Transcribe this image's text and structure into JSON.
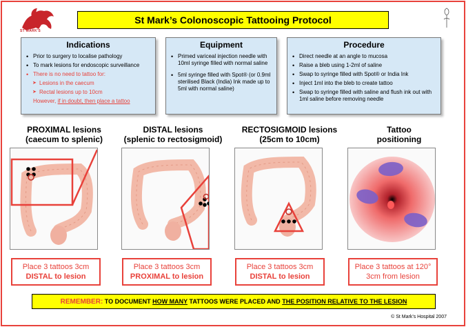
{
  "logo": {
    "text": "ST MARK'S"
  },
  "title": "St Mark’s Colonoscopic Tattooing Protocol",
  "indications": {
    "heading": "Indications",
    "items": [
      "Prior to surgery to localise pathology",
      "To mark lesions for endoscopic surveillance",
      "There is no need to tattoo for:"
    ],
    "sub_items": [
      "Lesions in the caecum",
      "Rectal lesions up to 10cm"
    ],
    "however": "However,",
    "doubt": "if in doubt, then place a tattoo"
  },
  "equipment": {
    "heading": "Equipment",
    "items": [
      "Primed variceal injection needle with 10ml syringe filled with normal saline",
      "5ml syringe filled with Spot® (or 0.9ml sterilised Black (India) Ink made up to 5ml with normal saline)"
    ]
  },
  "procedure": {
    "heading": "Procedure",
    "items": [
      "Direct needle at an angle to mucosa",
      "Raise a bleb using 1-2ml of saline",
      "Swap to syringe filled with Spot® or India Ink",
      "Inject 1ml into the bleb to create tattoo",
      "Swap to syringe filled with saline and flush ink out with 1ml saline before removing needle"
    ]
  },
  "columns": [
    {
      "head1": "PROXIMAL lesions",
      "head2": "(caecum to splenic)",
      "note1": "Place 3 tattoos 3cm",
      "note2": "DISTAL to lesion"
    },
    {
      "head1": "DISTAL lesions",
      "head2": "(splenic to rectosigmoid)",
      "note1": "Place 3 tattoos 3cm",
      "note2": "PROXIMAL to lesion"
    },
    {
      "head1": "RECTOSIGMOID lesions",
      "head2": "(25cm to 10cm)",
      "note1": "Place 3 tattoos 3cm",
      "note2": "DISTAL to lesion"
    },
    {
      "head1": "Tattoo",
      "head2": "positioning",
      "note1": "Place 3 tattoos at 120°",
      "note2": "3cm from lesion"
    }
  ],
  "remember": {
    "label": "REMEMBER:",
    "t1": "TO DOCUMENT",
    "t2": "HOW MANY",
    "t3": "TATTOOS WERE PLACED AND",
    "t4": "THE POSITION RELATIVE TO THE LESION"
  },
  "copyright": "© St Mark’s Hospital 2007",
  "colors": {
    "accent_red": "#e8413a",
    "highlight_yellow": "#ffff00",
    "box_blue": "#d6e8f6",
    "tattoo_purple": "#7b5fc8"
  }
}
